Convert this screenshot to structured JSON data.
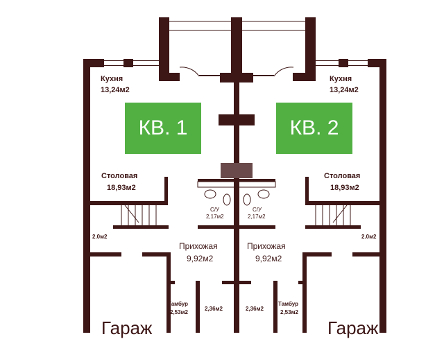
{
  "apartments": [
    {
      "label": "КВ. 1",
      "kitchen": {
        "name": "Кухня",
        "area": "13,24м2"
      },
      "dining": {
        "name": "Столовая",
        "area": "18,93м2"
      },
      "stairs_area": "2.0м2",
      "bathroom": {
        "name": "С/У",
        "area": "2,17м2"
      },
      "hall": {
        "name": "Прихожая",
        "area": "9,92м2"
      },
      "vestibule": {
        "name": "Тамбур",
        "area": "2,53м2"
      },
      "closet_area": "2,36м2",
      "garage": "Гараж"
    },
    {
      "label": "КВ. 2",
      "kitchen": {
        "name": "Кухня",
        "area": "13,24м2"
      },
      "dining": {
        "name": "Столовая",
        "area": "18,93м2"
      },
      "stairs_area": "2.0м2",
      "bathroom": {
        "name": "С/У",
        "area": "2,17м2"
      },
      "hall": {
        "name": "Прихожая",
        "area": "9,92м2"
      },
      "vestibule": {
        "name": "Тамбур",
        "area": "2,53м2"
      },
      "closet_area": "2,36м2",
      "garage": "Гараж"
    }
  ],
  "colors": {
    "wall": "#3d1616",
    "label_bg": "#52b043"
  }
}
